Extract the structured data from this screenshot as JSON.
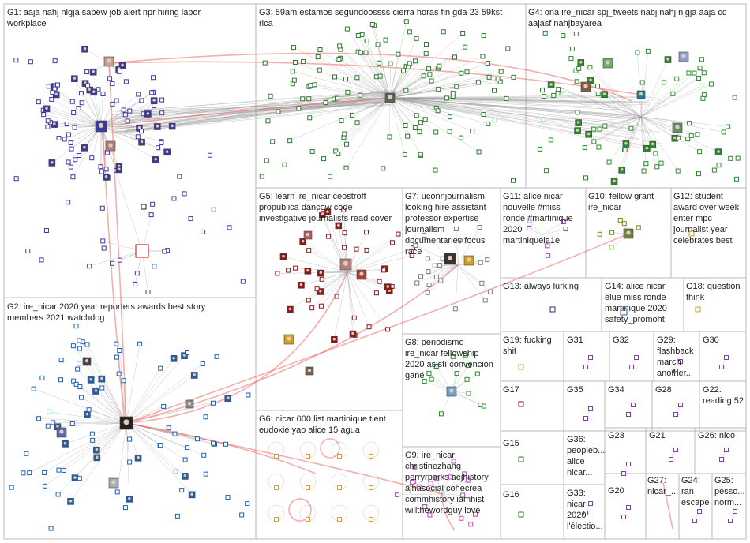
{
  "groups": [
    {
      "id": "G1",
      "label": "G1: aaja nahj nlgja sabew job alert npr hiring labor",
      "label2": "workplace"
    },
    {
      "id": "G2",
      "label": "G2: ire_nicar 2020 year reporters awards best story",
      "label2": "members 2021 watchdog"
    },
    {
      "id": "G3",
      "label": "G3: 59am estamos segundoossss cierra horas fin gda 23 59kst",
      "label2": "rica"
    },
    {
      "id": "G4",
      "label": "G4: ona ire_nicar spj_tweets nabj nahj nlgja aaja cc",
      "label2": "aajasf nahjbayarea"
    },
    {
      "id": "G5",
      "label": "G5: learn ire_nicar ceostroff",
      "label2": "propublica dancow code",
      "label3": "investigative journalists read cover"
    },
    {
      "id": "G6",
      "label": "G6: nicar 000 list martinique tient",
      "label2": "eudoxie yao alice 15 agua"
    },
    {
      "id": "G7",
      "label": "G7: uconnjournalism",
      "label2": "looking hire assistant",
      "label3": "professor expertise",
      "label4": "journalism",
      "label5": "documentaries focus",
      "label6": "race"
    },
    {
      "id": "G8",
      "label": "G8: periodismo",
      "label2": "ire_nicar fellowship",
      "label3": "2020 asistí convención",
      "label4": "gané"
    },
    {
      "id": "G9",
      "label": "G9: ire_nicar",
      "label2": "christinezhang",
      "label3": "perryrparks aejhistory",
      "label4": "ajhasocial cohecrea",
      "label5": "commhistory iamhist",
      "label6": "willthewordguy love"
    },
    {
      "id": "G10",
      "label": "G10: fellow grant",
      "label2": "ire_nicar"
    },
    {
      "id": "G11",
      "label": "G11: alice nicar",
      "label2": "nouvelle #miss",
      "label3": "ronde #martinique",
      "label4": "2020",
      "label5": "martiniquela1e"
    },
    {
      "id": "G12",
      "label": "G12: student",
      "label2": "award over week",
      "label3": "enter mpc",
      "label4": "journalist year",
      "label5": "celebrates best"
    },
    {
      "id": "G13",
      "label": "G13: always lurking"
    },
    {
      "id": "G14",
      "label": "G14: alice nicar",
      "label2": "élue miss ronde",
      "label3": "martinique 2020",
      "label4": "safety_promoht"
    },
    {
      "id": "G15",
      "label": "G15"
    },
    {
      "id": "G16",
      "label": "G16"
    },
    {
      "id": "G17",
      "label": "G17"
    },
    {
      "id": "G18",
      "label": "G18: question",
      "label2": "think"
    },
    {
      "id": "G19",
      "label": "G19: fucking",
      "label2": "shit"
    },
    {
      "id": "G20",
      "label": "G20"
    },
    {
      "id": "G21",
      "label": "G21"
    },
    {
      "id": "G22",
      "label": "G22:",
      "label2": "reading 52"
    },
    {
      "id": "G23",
      "label": "G23"
    },
    {
      "id": "G24",
      "label": "G24:",
      "label2": "ran",
      "label3": "escape"
    },
    {
      "id": "G25",
      "label": "G25:",
      "label2": "pesso...",
      "label3": "norm..."
    },
    {
      "id": "G26",
      "label": "G26: nico"
    },
    {
      "id": "G27",
      "label": "G27:",
      "label2": "nicar_..."
    },
    {
      "id": "G28",
      "label": "G28"
    },
    {
      "id": "G29",
      "label": "G29:",
      "label2": "flashback",
      "label3": "march",
      "label4": "another..."
    },
    {
      "id": "G30",
      "label": "G30"
    },
    {
      "id": "G31",
      "label": "G31"
    },
    {
      "id": "G32",
      "label": "G32"
    },
    {
      "id": "G33",
      "label": "G33:",
      "label2": "nicar",
      "label3": "2020",
      "label4": "l'électio..."
    },
    {
      "id": "G34",
      "label": "G34"
    },
    {
      "id": "G35",
      "label": "G35"
    },
    {
      "id": "G36",
      "label": "G36:",
      "label2": "peopleb...",
      "label3": "alice",
      "label4": "nicar..."
    }
  ],
  "colors": {
    "frame": "#b9b9b9",
    "edge_gray": "#9a9a9a",
    "edge_red": "#ee6a6a",
    "g1": "#3a3a9e",
    "g2": "#1f5fb0",
    "g3": "#2b7a2b",
    "g4": "#2b8a2b",
    "g5": "#8a1a1a",
    "g6": "#d69a3a",
    "g7": "#7a7a7a",
    "g8": "#2b8a2b",
    "g9": "#b04ab0",
    "g10": "#6b8a20",
    "g13": "#30307a",
    "g14": "#1f5fb0",
    "g18": "#c89a2a",
    "g19": "#c8a82a",
    "g_misc": "#8a3ab0"
  }
}
